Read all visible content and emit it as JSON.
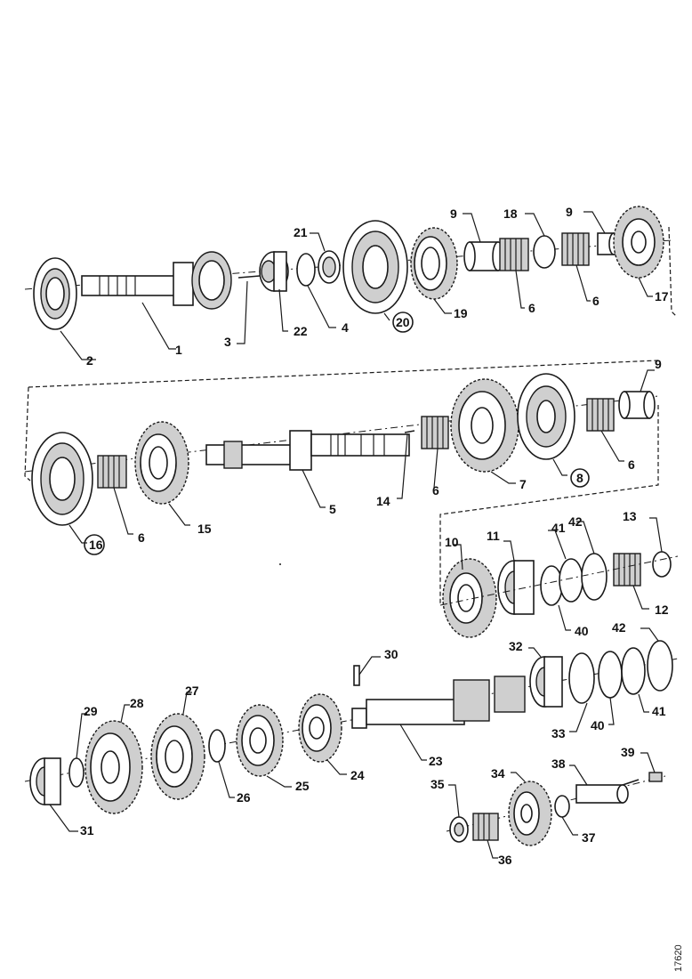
{
  "figure_number": "17620",
  "labels": {
    "p1": "1",
    "p2": "2",
    "p3": "3",
    "p4": "4",
    "p5": "5",
    "p6a": "6",
    "p6b": "6",
    "p6c": "6",
    "p6d": "6",
    "p6e": "6",
    "p7": "7",
    "p8": "8",
    "p9a": "9",
    "p9b": "9",
    "p9c": "9",
    "p10": "10",
    "p11": "11",
    "p12": "12",
    "p13": "13",
    "p14": "14",
    "p15": "15",
    "p16": "16",
    "p17": "17",
    "p18": "18",
    "p19": "19",
    "p20": "20",
    "p21": "21",
    "p22": "22",
    "p23": "23",
    "p24": "24",
    "p25": "25",
    "p26": "26",
    "p27": "27",
    "p28": "28",
    "p29": "29",
    "p30": "30",
    "p31": "31",
    "p32": "32",
    "p33": "33",
    "p34": "34",
    "p35": "35",
    "p36": "36",
    "p37": "37",
    "p38": "38",
    "p39": "39",
    "p40a": "40",
    "p40b": "40",
    "p41a": "41",
    "p41b": "41",
    "p42a": "42",
    "p42b": "42"
  }
}
